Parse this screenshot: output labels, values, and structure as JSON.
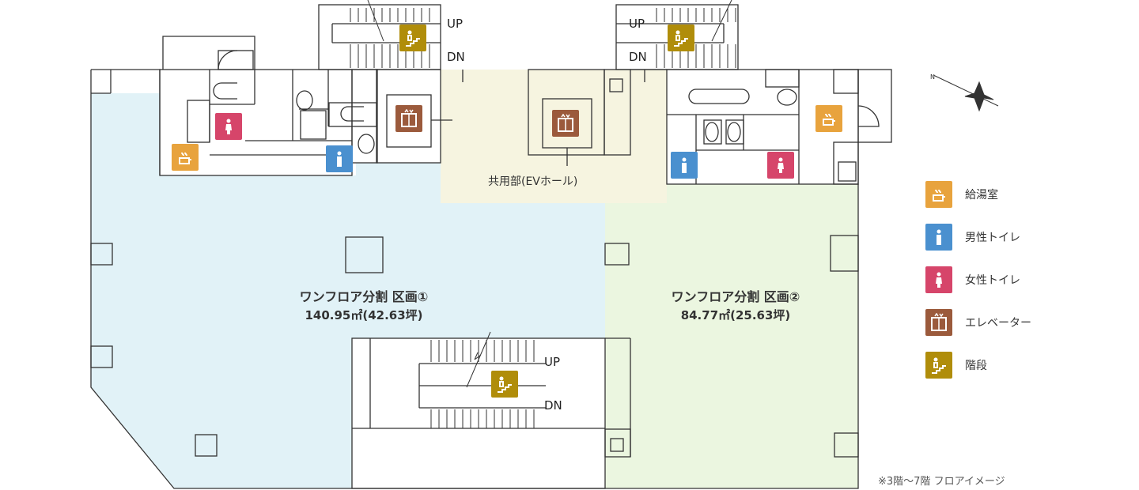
{
  "zones": {
    "zone1": {
      "title": "ワンフロア分割 区画①",
      "area": "140.95㎡(42.63坪)"
    },
    "zone2": {
      "title": "ワンフロア分割 区画②",
      "area": "84.77㎡(25.63坪)"
    },
    "common": {
      "label": "共用部(EVホール)"
    }
  },
  "stairs": {
    "up": "UP",
    "down": "DN"
  },
  "legend": [
    {
      "icon": "kettle-icon",
      "label": "給湯室",
      "color": "#e8a33d"
    },
    {
      "icon": "male-toilet-icon",
      "label": "男性トイレ",
      "color": "#4a90cf"
    },
    {
      "icon": "female-toilet-icon",
      "label": "女性トイレ",
      "color": "#d6456a"
    },
    {
      "icon": "elevator-icon",
      "label": "エレベーター",
      "color": "#9b5a3c"
    },
    {
      "icon": "stairs-icon",
      "label": "階段",
      "color": "#b08d0a"
    }
  ],
  "note": "※3階〜7階 フロアイメージ",
  "colors": {
    "zone1_fill": "#e1f2f7",
    "zone2_fill": "#ebf6e0",
    "common_fill": "#f6f4e0",
    "wall": "#333333"
  }
}
